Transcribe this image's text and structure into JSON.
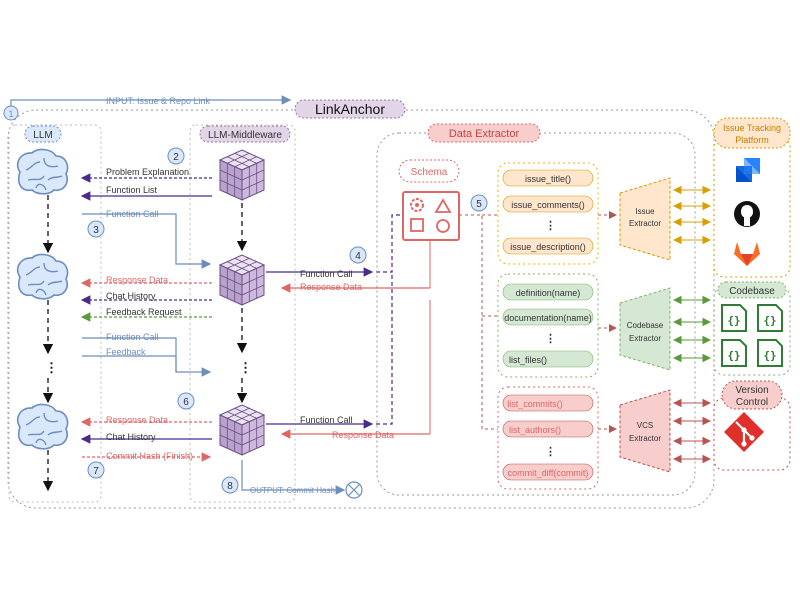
{
  "title": "LinkAnchor",
  "input_label": "INPUT: Issue & Repo Link",
  "output_label": "OUTPUT: Commit Hash",
  "panels": {
    "llm": "LLM",
    "middleware": "LLM-Middleware",
    "extractor": "Data Extractor",
    "schema": "Schema",
    "issue_platform_l1": "Issue Tracking",
    "issue_platform_l2": "Platform",
    "codebase": "Codebase",
    "vcs_l1": "Version",
    "vcs_l2": "Control"
  },
  "steps": [
    "1",
    "2",
    "3",
    "4",
    "5",
    "6",
    "7",
    "8"
  ],
  "messages": {
    "problem_explanation": "Problem Explanation",
    "function_list": "Function List",
    "function_call": "Function Call",
    "response_data": "Response Data",
    "chat_history": "Chat History",
    "feedback_request": "Feedback Request",
    "feedback": "Feedback",
    "commit_hash_finish": "Commit Hash (Finish)",
    "function_call_mw": "Function Call",
    "response_data_mw": "Response Data",
    "ellipsis": "⋮"
  },
  "issue_functions": [
    "issue_title()",
    "issue_comments()",
    "issue_description()"
  ],
  "code_functions": [
    "definition(name)",
    "documentation(name)",
    "list_files()"
  ],
  "vcs_functions": [
    "list_commits()",
    "list_authors()",
    "commit_diff(commit)"
  ],
  "extractors": {
    "issue_l1": "Issue",
    "issue_l2": "Extractor",
    "code_l1": "Codebase",
    "code_l2": "Extractor",
    "vcs_l1": "VCS",
    "vcs_l2": "Extractor"
  },
  "icons": [
    "brain-icon",
    "cube-icon",
    "gear-icon",
    "jira-icon",
    "github-icon",
    "gitlab-icon",
    "code-file-icon",
    "git-icon"
  ],
  "colors": {
    "blue": "#6c8ebf",
    "purple": "#4b2a8f",
    "red": "#e06666",
    "green": "#5b9a3a",
    "orange": "#d6a000",
    "llm_fill": "#dae8fc",
    "mw_fill": "#e1d5e7",
    "extractor_fill": "#f8cecc",
    "orange_fill": "#ffe6cc",
    "green_fill": "#d5e8d4"
  }
}
